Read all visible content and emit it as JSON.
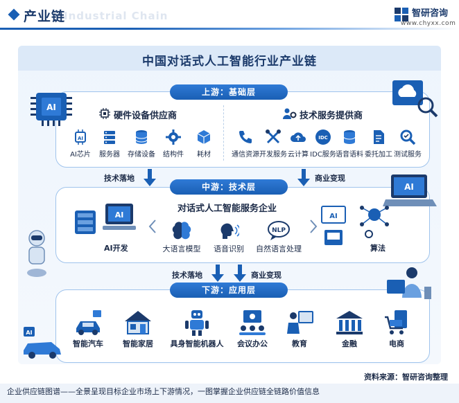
{
  "header": {
    "title": "产业链",
    "ghost_text": "Industrial Chain",
    "logo_name": "智研咨询",
    "logo_url": "www.chyxx.com"
  },
  "main_title": "中国对话式人工智能行业产业链",
  "upstream": {
    "band": "上游：基础层",
    "hardware": {
      "title": "硬件设备供应商",
      "items": [
        {
          "label": "AI芯片",
          "icon": "chip-icon"
        },
        {
          "label": "服务器",
          "icon": "server-icon"
        },
        {
          "label": "存储设备",
          "icon": "storage-icon"
        },
        {
          "label": "结构件",
          "icon": "gear-icon"
        },
        {
          "label": "耗材",
          "icon": "box-icon"
        }
      ]
    },
    "tech": {
      "title": "技术服务提供商",
      "items": [
        {
          "label": "通信资源",
          "icon": "phone-icon"
        },
        {
          "label": "开发服务",
          "icon": "tools-icon"
        },
        {
          "label": "云计算",
          "icon": "cloud-icon"
        },
        {
          "label": "IDC服务",
          "icon": "idc-icon"
        },
        {
          "label": "语音语料",
          "icon": "database-icon"
        },
        {
          "label": "委托加工",
          "icon": "document-icon"
        },
        {
          "label": "测试服务",
          "icon": "magnifier-icon"
        }
      ]
    }
  },
  "flow1": {
    "left": "技术落地",
    "right": "商业变现"
  },
  "midstream": {
    "band": "中游：技术层",
    "title": "对话式人工智能服务企业",
    "ai_dev": "AI开发",
    "items": [
      {
        "label": "大语言模型",
        "icon": "brain-icon"
      },
      {
        "label": "语音识别",
        "icon": "voice-icon"
      },
      {
        "label": "自然语言处理",
        "icon": "nlp-icon"
      }
    ],
    "ai_badge": "AI",
    "nlp_badge": "NLP",
    "algorithm": "算法"
  },
  "flow2": {
    "left": "技术落地",
    "right": "商业变现"
  },
  "downstream": {
    "band": "下游：应用层",
    "apps": [
      {
        "label": "智能汽车",
        "icon": "car-icon"
      },
      {
        "label": "智能家居",
        "icon": "home-icon"
      },
      {
        "label": "具身智能机器人",
        "icon": "robot-icon"
      },
      {
        "label": "会议办公",
        "icon": "meeting-icon"
      },
      {
        "label": "教育",
        "icon": "education-icon"
      },
      {
        "label": "金融",
        "icon": "bank-icon"
      },
      {
        "label": "电商",
        "icon": "cart-icon"
      }
    ]
  },
  "footer": {
    "source": "资料来源：智研咨询整理",
    "text": "企业供应链图谱——全景呈现目标企业市场上下游情况，一图掌握企业供应链全链路价值信息"
  },
  "colors": {
    "primary": "#1a5fb4",
    "dark": "#1b3a6b",
    "panel_border": "#9fc3ec"
  }
}
